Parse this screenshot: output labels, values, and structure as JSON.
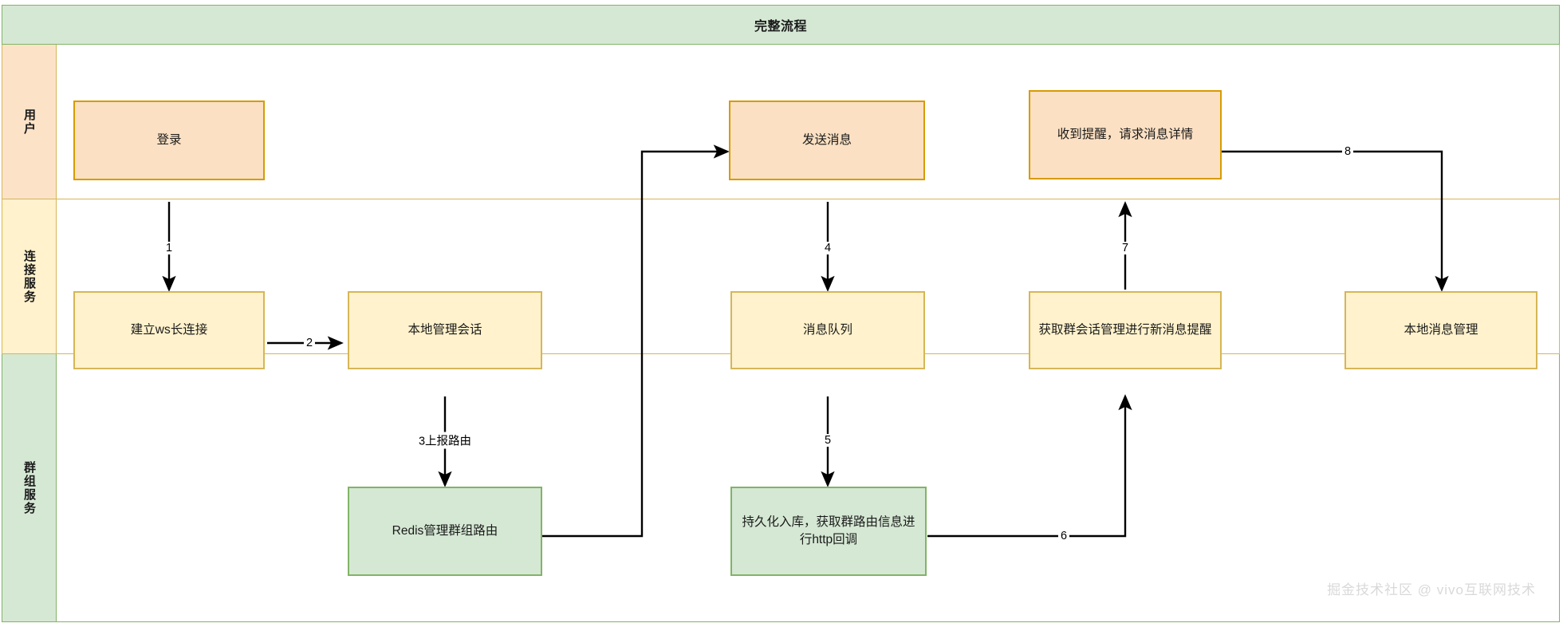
{
  "diagram": {
    "title": "完整流程",
    "type": "swimlane-flowchart",
    "watermark": "掘金技术社区 @ vivo互联网技术",
    "colors": {
      "title_fill": "#d5e8d4",
      "title_stroke": "#82b366",
      "user_lane_fill": "#fce3c8",
      "user_lane_stroke": "#d6b656",
      "conn_lane_fill": "#fff2cc",
      "conn_lane_stroke": "#d6b656",
      "group_lane_fill": "#d5e8d4",
      "group_lane_stroke": "#82b366",
      "node_orange_fill": "#fbe0c3",
      "node_orange_stroke": "#d79b00",
      "node_yellow_fill": "#fff2cc",
      "node_yellow_stroke": "#d6b656",
      "node_green_fill": "#d5e8d4",
      "node_green_stroke": "#82b366",
      "edge_stroke": "#000000",
      "watermark": "#d9d9d9"
    },
    "lanes": [
      {
        "id": "user",
        "label": "用户"
      },
      {
        "id": "conn",
        "label": "连接服务"
      },
      {
        "id": "group",
        "label": "群组服务"
      }
    ],
    "nodes": [
      {
        "id": "login",
        "lane": "user",
        "label": "登录"
      },
      {
        "id": "send-msg",
        "lane": "user",
        "label": "发送消息"
      },
      {
        "id": "recv-notify",
        "lane": "user",
        "label": "收到提醒，请求消息详情"
      },
      {
        "id": "ws-connect",
        "lane": "conn",
        "label": "建立ws长连接"
      },
      {
        "id": "local-session",
        "lane": "conn",
        "label": "本地管理会话"
      },
      {
        "id": "msg-queue",
        "lane": "conn",
        "label": "消息队列"
      },
      {
        "id": "group-session",
        "lane": "conn",
        "label": "获取群会话管理进行新消息提醒"
      },
      {
        "id": "local-msg",
        "lane": "conn",
        "label": "本地消息管理"
      },
      {
        "id": "redis-route",
        "lane": "group",
        "label": "Redis管理群组路由"
      },
      {
        "id": "persist-http",
        "lane": "group",
        "label": "持久化入库，获取群路由信息进行http回调"
      }
    ],
    "edges": [
      {
        "id": "e1",
        "label": "1",
        "from": "login",
        "to": "ws-connect"
      },
      {
        "id": "e2",
        "label": "2",
        "from": "ws-connect",
        "to": "local-session"
      },
      {
        "id": "e3",
        "label": "3上报路由",
        "from": "local-session",
        "to": "redis-route"
      },
      {
        "id": "e4",
        "label": "4",
        "from": "send-msg",
        "to": "msg-queue"
      },
      {
        "id": "e5",
        "label": "5",
        "from": "msg-queue",
        "to": "persist-http"
      },
      {
        "id": "e6",
        "label": "6",
        "from": "persist-http",
        "to": "group-session"
      },
      {
        "id": "e7",
        "label": "7",
        "from": "group-session",
        "to": "recv-notify"
      },
      {
        "id": "e8",
        "label": "8",
        "from": "recv-notify",
        "to": "local-msg"
      },
      {
        "id": "e9",
        "label": "",
        "from": "redis-route",
        "to": "send-msg"
      }
    ]
  }
}
